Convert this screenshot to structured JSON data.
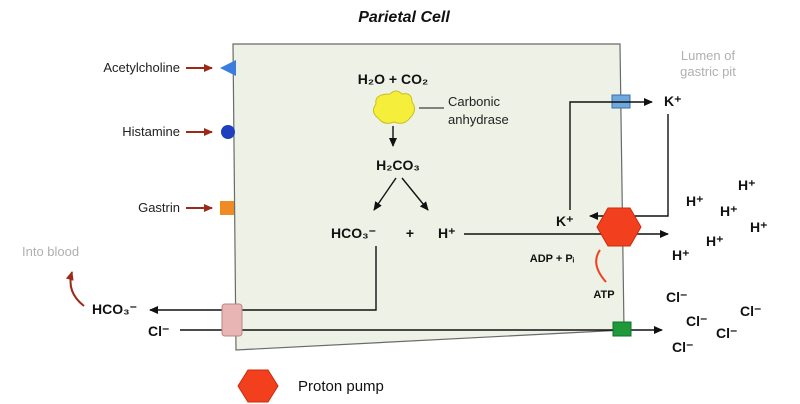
{
  "title": "Parietal Cell",
  "lumen_label_line1": "Lumen of",
  "lumen_label_line2": "gastric pit",
  "into_blood": "Into blood",
  "receptors": {
    "acetylcholine": "Acetylcholine",
    "histamine": "Histamine",
    "gastrin": "Gastrin"
  },
  "reaction": {
    "reactants": "H₂O + CO₂",
    "enzyme_line1": "Carbonic",
    "enzyme_line2": "anhydrase",
    "intermediate": "H₂CO₃",
    "bicarbonate": "HCO₃⁻",
    "plus": "+",
    "proton": "H⁺"
  },
  "pump": {
    "k_in": "K⁺",
    "k_out": "K⁺",
    "adp": "ADP + Pᵢ",
    "atp": "ATP"
  },
  "blood_side": {
    "hco3": "HCO₃⁻",
    "cl": "Cl⁻"
  },
  "lumen_ions": {
    "h_plus": [
      "H⁺",
      "H⁺",
      "H⁺",
      "H⁺",
      "H⁺",
      "H⁺"
    ],
    "cl_minus": [
      "Cl⁻",
      "Cl⁻",
      "Cl⁻",
      "Cl⁻",
      "Cl⁻"
    ]
  },
  "legend": {
    "proton_pump": "Proton pump"
  },
  "colors": {
    "cell_fill": "#eef2e6",
    "receptor_blue": "#3b7ddd",
    "histamine_blue": "#1f3fbf",
    "gastrin_orange": "#f08a24",
    "enzyme_yellow": "#f5ee3a",
    "k_channel_blue": "#6fa8dc",
    "exchanger_pink": "#e8b4b4",
    "cl_channel_green": "#1e9a3a",
    "pump_red": "#f2401e",
    "arrow_red": "#9b2a1a"
  }
}
